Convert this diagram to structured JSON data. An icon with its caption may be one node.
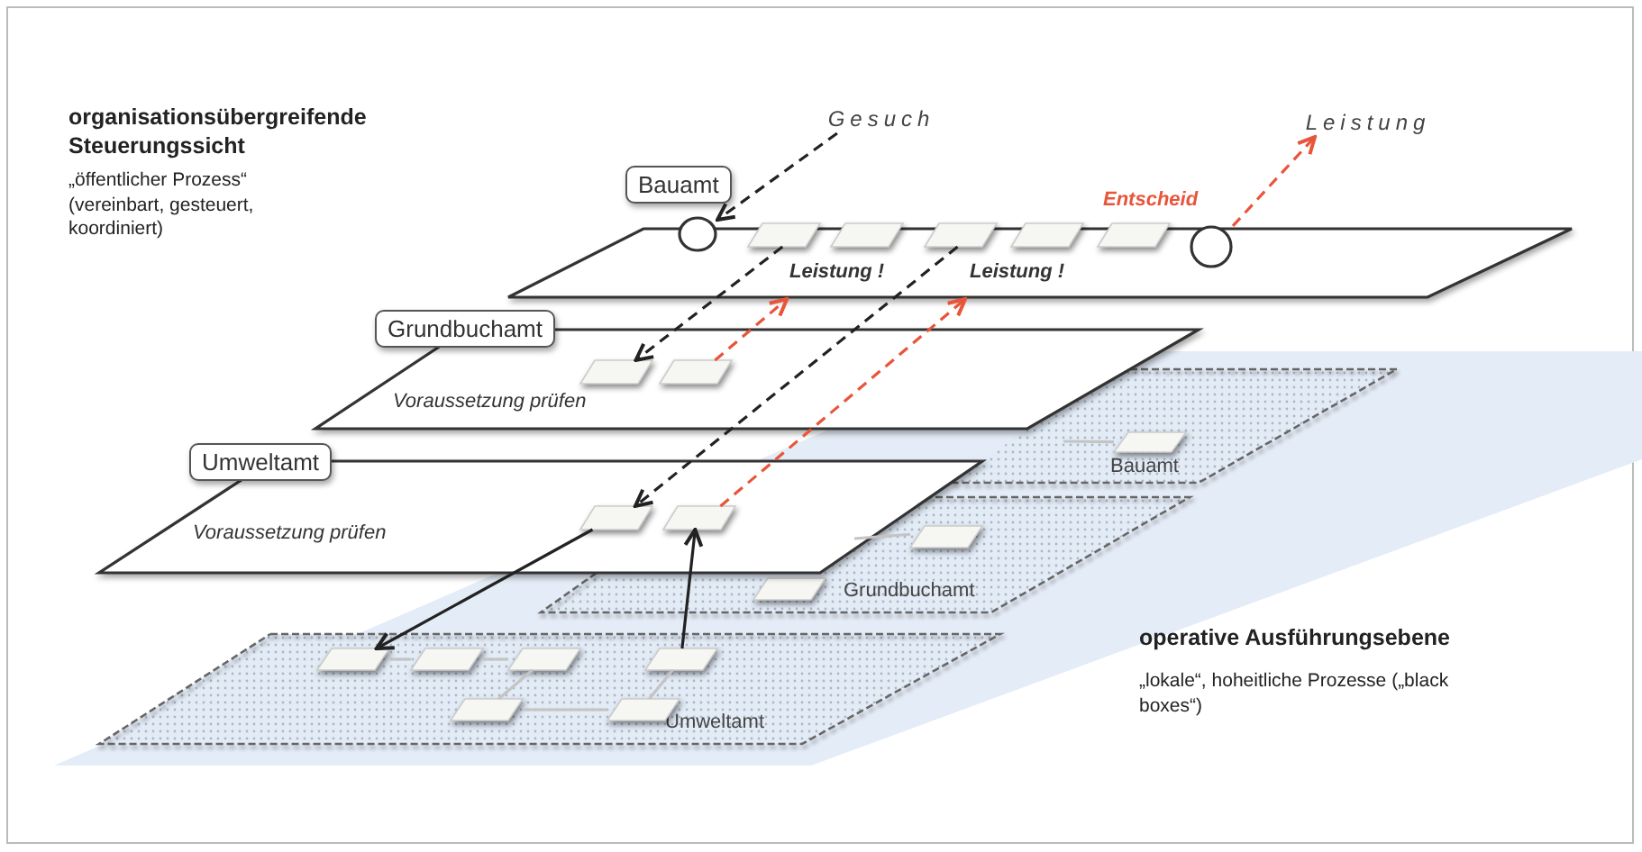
{
  "diagram": {
    "nodes": [
      {
        "text": [
          "Gesuch"
        ]
      },
      {
        "text": [
          "Leistung"
        ]
      },
      {
        "text": [
          "Bauamt"
        ]
      },
      {
        "text": [],
        "shape": "circle",
        "in": 2
      },
      {
        "text": [],
        "shape": "parallelogram",
        "in": 2
      },
      {
        "text": [],
        "shape": "parallelogram",
        "in": 2
      },
      {
        "text": [],
        "shape": "parallelogram",
        "in": 2
      },
      {
        "text": [],
        "shape": "parallelogram",
        "in": 2
      },
      {
        "text": [],
        "shape": "parallelogram",
        "in": 2,
        "beside": [
          "Entscheid"
        ]
      },
      {
        "text": [],
        "shape": "circle",
        "in": 2
      },
      {
        "text": [
          "Grundbuchamt",
          "Voraussetzung prüfen"
        ]
      },
      {
        "text": [],
        "shape": "parallelogram",
        "in": 10
      },
      {
        "text": [],
        "shape": "parallelogram",
        "in": 10
      },
      {
        "text": [
          "Umweltamt",
          "Voraussetzung prüfen"
        ]
      },
      {
        "text": [],
        "shape": "parallelogram",
        "in": 13
      },
      {
        "text": [],
        "shape": "parallelogram",
        "in": 13
      },
      {
        "text": [
          "Bauamt"
        ]
      },
      {
        "text": [],
        "shape": "parallelogram",
        "in": 16
      },
      {
        "text": [
          "Grundbuchamt"
        ]
      },
      {
        "text": [],
        "shape": "parallelogram",
        "in": 18
      },
      {
        "text": [],
        "shape": "parallelogram",
        "in": 18
      },
      {
        "text": [
          "Umweltamt"
        ]
      },
      {
        "text": [],
        "shape": "parallelogram",
        "in": 21
      },
      {
        "text": [],
        "shape": "parallelogram",
        "in": 21
      },
      {
        "text": [],
        "shape": "parallelogram",
        "in": 21
      },
      {
        "text": [],
        "shape": "parallelogram",
        "in": 21
      },
      {
        "text": [],
        "shape": "parallelogram",
        "in": 21
      },
      {
        "text": [],
        "shape": "parallelogram",
        "in": 21
      }
    ],
    "edges": [
      {
        "from": 0,
        "to": 3,
        "arrow": "to",
        "style": "dashed",
        "color": "#222222"
      },
      {
        "from": 4,
        "to": 11,
        "arrow": "to",
        "style": "dashed",
        "color": "#222222"
      },
      {
        "from": 6,
        "to": 14,
        "arrow": "to",
        "style": "dashed",
        "color": "#222222"
      },
      {
        "from": 12,
        "to": 2,
        "arrow": "to",
        "style": "dashed",
        "color": "#e8553a",
        "label": "Leistung !"
      },
      {
        "from": 15,
        "to": 2,
        "arrow": "to",
        "style": "dashed",
        "color": "#e8553a",
        "label": "Leistung !"
      },
      {
        "from": 9,
        "to": 1,
        "arrow": "to",
        "style": "dashed",
        "color": "#e8553a"
      },
      {
        "from": 14,
        "to": 22,
        "arrow": "to",
        "color": "#222222"
      },
      {
        "from": 25,
        "to": 15,
        "arrow": "to",
        "color": "#222222"
      },
      {
        "from": null,
        "to": 17,
        "arrow": "none",
        "color": "#c4c4c4"
      },
      {
        "from": 13,
        "to": 20,
        "arrow": "none",
        "color": "#c4c4c4"
      },
      {
        "from": 22,
        "to": 23,
        "arrow": "none",
        "color": "#c4c4c4"
      },
      {
        "from": 23,
        "to": 24,
        "arrow": "none",
        "color": "#c4c4c4"
      },
      {
        "from": 24,
        "to": 26,
        "arrow": "none",
        "color": "#c4c4c4"
      },
      {
        "from": 26,
        "to": 27,
        "arrow": "none",
        "color": "#c4c4c4"
      },
      {
        "from": 27,
        "to": 25,
        "arrow": "none",
        "color": "#c4c4c4"
      }
    ],
    "labels": [
      "organisationsübergreifende Steuerungssicht",
      "„öffentlicher Prozess“ (vereinbart, gesteuert, koordiniert)",
      "operative Ausführungsebene",
      "„lokale“, hoheitliche Prozesse („black boxes“)"
    ]
  }
}
